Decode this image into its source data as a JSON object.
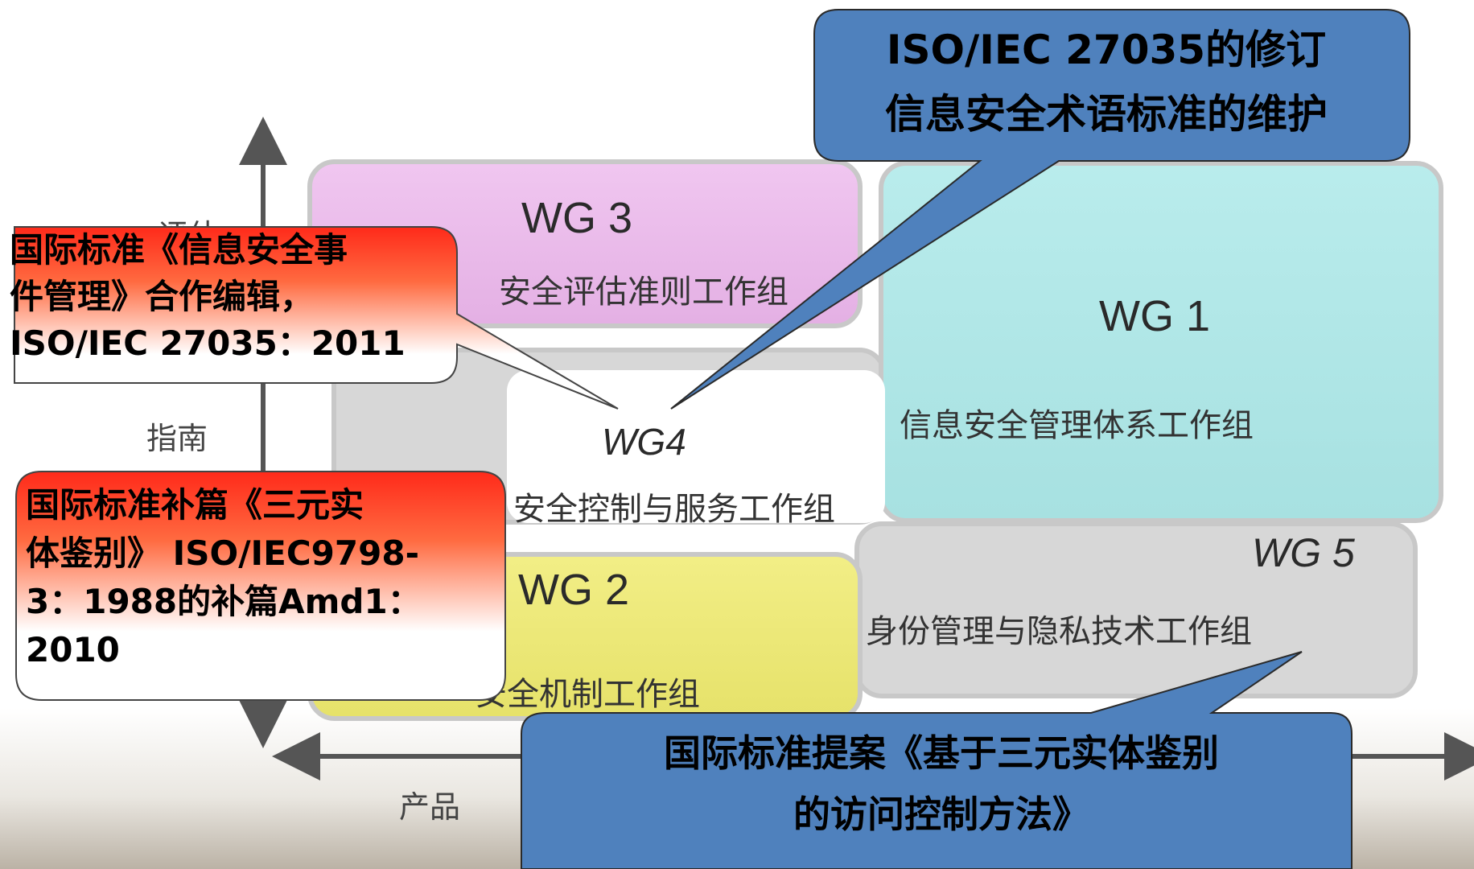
{
  "axis": {
    "vertical_labels": [
      "评估",
      "指南"
    ],
    "horizontal_labels": [
      "产品"
    ]
  },
  "working_groups": {
    "wg3": {
      "title": "WG 3",
      "desc": "安全评估准则工作组",
      "color": "#e8b8e8"
    },
    "wg1": {
      "title": "WG 1",
      "desc": "信息安全管理体系工作组",
      "color": "#aee4e4"
    },
    "wg4": {
      "title": "WG4",
      "desc": "安全控制与服务工作组",
      "color": "#ffffff"
    },
    "wg5": {
      "title": "WG 5",
      "desc": "身份管理与隐私技术工作组",
      "color": "#d7d7d7"
    },
    "wg2": {
      "title": "WG 2",
      "desc": "安全机制工作组",
      "color": "#ece872"
    }
  },
  "callouts": {
    "blue_top": {
      "lines": [
        "ISO/IEC 27035的修订",
        "信息安全术语标准的维护"
      ],
      "color": "#4f81bd"
    },
    "blue_bottom": {
      "lines": [
        "国际标准提案《基于三元实体鉴别",
        "的访问控制方法》"
      ],
      "color": "#4f81bd"
    },
    "red_top": {
      "lines": [
        "国际标准《信息安全事",
        "件管理》合作编辑，",
        "ISO/IEC 27035：2011"
      ],
      "color": "#ff2a1a"
    },
    "red_bottom": {
      "lines": [
        "国际标准补篇《三元实",
        "体鉴别》 ISO/IEC9798-",
        "3：1988的补篇Amd1：",
        "2010"
      ],
      "color": "#ff2a1a"
    }
  }
}
